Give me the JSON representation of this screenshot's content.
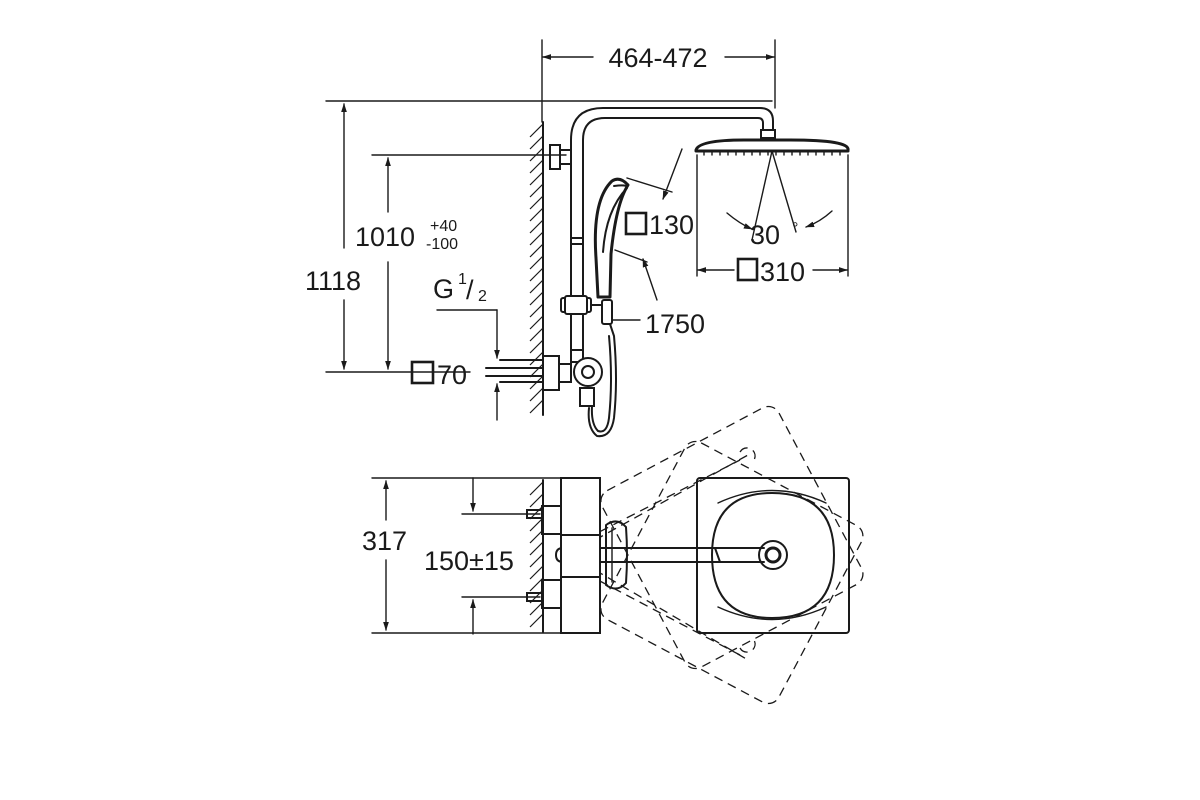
{
  "colors": {
    "line": "#1a1a1a",
    "background": "#ffffff"
  },
  "dimensions": {
    "width_total": "464-472",
    "height_total": "1118",
    "height_adjustable_main": "1010",
    "height_tolerance_plus": "+40",
    "height_tolerance_minus": "-100",
    "thread_prefix": "G",
    "thread_num": "1",
    "thread_den": "2",
    "flange": "70",
    "hand_shower": "130",
    "hose_length": "1750",
    "spray_angle": "30",
    "spray_angle_unit": "°",
    "head_shower": "310",
    "depth": "317",
    "spacing": "150±15"
  }
}
